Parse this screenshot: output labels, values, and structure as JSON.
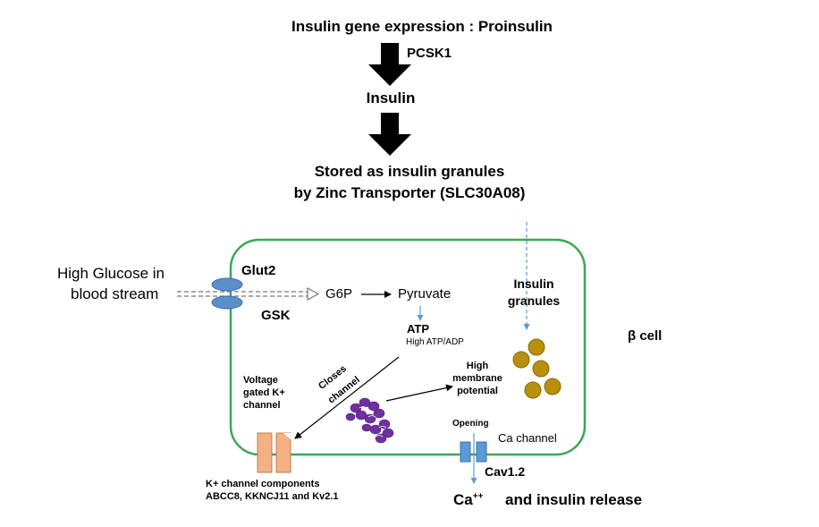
{
  "pathway": {
    "step1": "Insulin gene expression : Proinsulin",
    "enzyme": "PCSK1",
    "step2": "Insulin",
    "step3_line1": "Stored as insulin granules",
    "step3_line2": "by Zinc Transporter (SLC30A08)"
  },
  "cell": {
    "glucose_line1": "High Glucose in",
    "glucose_line2": "blood stream",
    "glut2": "Glut2",
    "gsk": "GSK",
    "g6p": "G6P",
    "pyruvate": "Pyruvate",
    "atp": "ATP",
    "atp_ratio": "High ATP/ADP",
    "granules_line1": "Insulin",
    "granules_line2": "granules",
    "cell_label": "β cell",
    "kchannel_line1": "Voltage",
    "kchannel_line2": "gated K+",
    "kchannel_line3": "channel",
    "closes_line1": "Closes",
    "closes_line2": "channel",
    "membrane_line1": "High",
    "membrane_line2": "membrane",
    "membrane_line3": "potential",
    "opening": "Opening",
    "ca_channel": "Ca channel",
    "cav": "Cav1.2",
    "ca_ion": "Ca",
    "ca_charge": "++",
    "release": "and insulin release",
    "components_line1": "K+ channel components",
    "components_line2": "ABCC8, KKNCJ11 and Kv2.1"
  },
  "colors": {
    "membrane": "#3aa856",
    "transporter": "#5b8fc9",
    "k_channel": "#f4b183",
    "ca_channel": "#5b9bd5",
    "granule": "#b8900e",
    "granule_edge": "#8a6a08",
    "complex": "#7030a0"
  }
}
